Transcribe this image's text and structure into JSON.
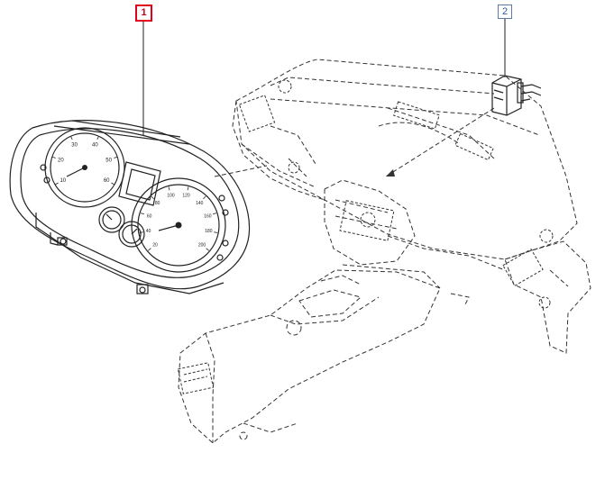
{
  "callouts": [
    {
      "id": "1",
      "label": "1",
      "selected": true,
      "color": "#e0001b"
    },
    {
      "id": "2",
      "label": "2",
      "selected": false,
      "color": "#2c5c99"
    }
  ],
  "parts": [
    {
      "callout": "1",
      "name": "instrument-cluster"
    },
    {
      "callout": "2",
      "name": "connector-module"
    }
  ],
  "gauges": {
    "left": {
      "ticks": [
        "10",
        "20",
        "30",
        "40",
        "50",
        "60"
      ]
    },
    "right": {
      "ticks": [
        "20",
        "40",
        "60",
        "80",
        "100",
        "120",
        "140",
        "160",
        "180",
        "200"
      ]
    }
  },
  "colors": {
    "line": "#222222",
    "dash": "#333333",
    "accent": "#e0001b",
    "accent2": "#2c5c99"
  }
}
